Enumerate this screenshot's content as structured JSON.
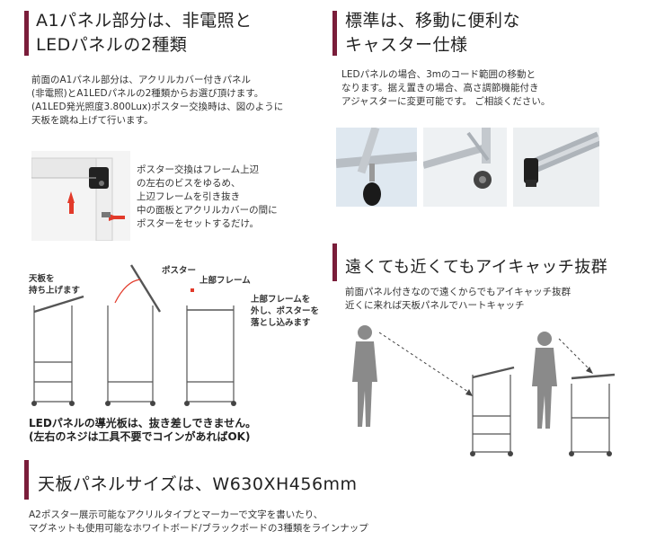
{
  "section1": {
    "title_lines": [
      "A1パネル部分は、非電照と",
      "LEDパネルの2種類"
    ],
    "body_lines": [
      "前面のA1パネル部分は、アクリルカバー付きパネル",
      "(非電照)とA1LEDパネルの2種類からお選び頂けます。",
      "(A1LED発光照度3.800Lux)ポスター交換時は、図のように",
      "天板を跳ね上げて行います。"
    ],
    "poster_lines": [
      "ポスター交換はフレーム上辺",
      "の左右のビスをゆるめ、",
      "上辺フレームを引き抜き",
      "中の面板とアクリルカバーの間に",
      "ポスターをセットするだけ。"
    ],
    "diagram_labels": {
      "lift_top": [
        "天板を",
        "持ち上げます"
      ],
      "poster": "ポスター",
      "top_frame": "上部フレーム",
      "remove_frame": [
        "上部フレームを",
        "外し、ポスターを",
        "落とし込みます"
      ]
    },
    "note_lines": [
      "LEDパネルの導光板は、抜き差しできません。",
      "(左右のネジは工具不要でコインがあればOK)"
    ]
  },
  "section2": {
    "title_lines": [
      "標準は、移動に便利な",
      "キャスター仕様"
    ],
    "body_lines": [
      "LEDパネルの場合、3mのコード範囲の移動と",
      "なります。据え置きの場合、高さ調節機能付き",
      "アジャスターに変更可能です。 ご相談ください。"
    ]
  },
  "section3": {
    "title": "遠くても近くてもアイキャッチ抜群",
    "body_lines": [
      "前面パネル付きなので遠くからでもアイキャッチ抜群",
      "近くに来れば天板パネルでハートキャッチ"
    ]
  },
  "section4": {
    "title": "天板パネルサイズは、W630XH456mm",
    "body_lines": [
      "A2ポスター展示可能なアクリルタイプとマーカーで文字を書いたり、",
      "マグネットも使用可能なホワイトボード/ブラックボードの3種類をラインナップ"
    ]
  },
  "colors": {
    "accent_bar": "#7a1d3a",
    "arrow_red": "#e23a2a"
  }
}
